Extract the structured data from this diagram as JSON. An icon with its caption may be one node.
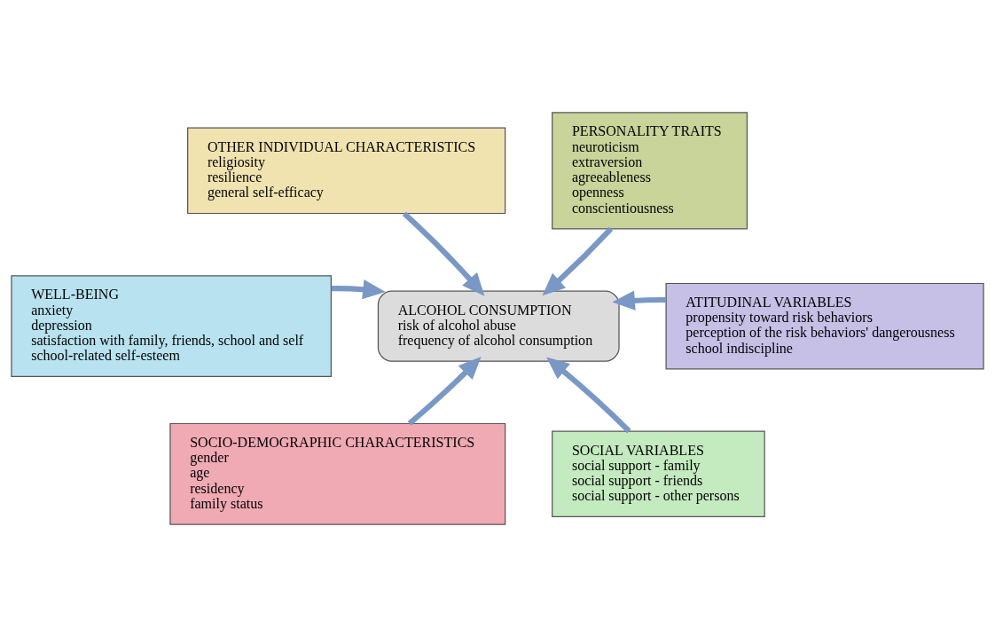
{
  "diagram": {
    "nodes": [
      {
        "text": [
          "OTHER INDIVIDUAL CHARACTERISTICS",
          "religiosity",
          "resilience",
          "general self-efficacy"
        ]
      },
      {
        "text": [
          "PERSONALITY TRAITS",
          "neuroticism",
          "extraversion",
          "agreeableness",
          "openness",
          "conscientiousness"
        ]
      },
      {
        "text": [
          "WELL-BEING",
          "anxiety",
          "depression",
          "satisfaction with family, friends, school and self",
          "school-related self-esteem"
        ]
      },
      {
        "text": [
          "ALCOHOL CONSUMPTION",
          "risk of alcohol abuse",
          "frequency of alcohol consumption"
        ]
      },
      {
        "text": [
          "ATITUDINAL VARIABLES",
          "propensity toward risk behaviors",
          "perception of the risk behaviors' dangerousness",
          "school indiscipline"
        ]
      },
      {
        "text": [
          "SOCIO-DEMOGRAPHIC CHARACTERISTICS",
          "gender",
          "age",
          "residency",
          "family status"
        ]
      },
      {
        "text": [
          "SOCIAL VARIABLES",
          "social support - family",
          "social support - friends",
          "social support - other persons"
        ]
      }
    ],
    "edges": [
      {
        "from": 0,
        "to": 3,
        "arrow": "to"
      },
      {
        "from": 1,
        "to": 3,
        "arrow": "to"
      },
      {
        "from": 2,
        "to": 3,
        "arrow": "to"
      },
      {
        "from": 4,
        "to": 3,
        "arrow": "to"
      },
      {
        "from": 5,
        "to": 3,
        "arrow": "to"
      },
      {
        "from": 6,
        "to": 3,
        "arrow": "to"
      }
    ]
  }
}
